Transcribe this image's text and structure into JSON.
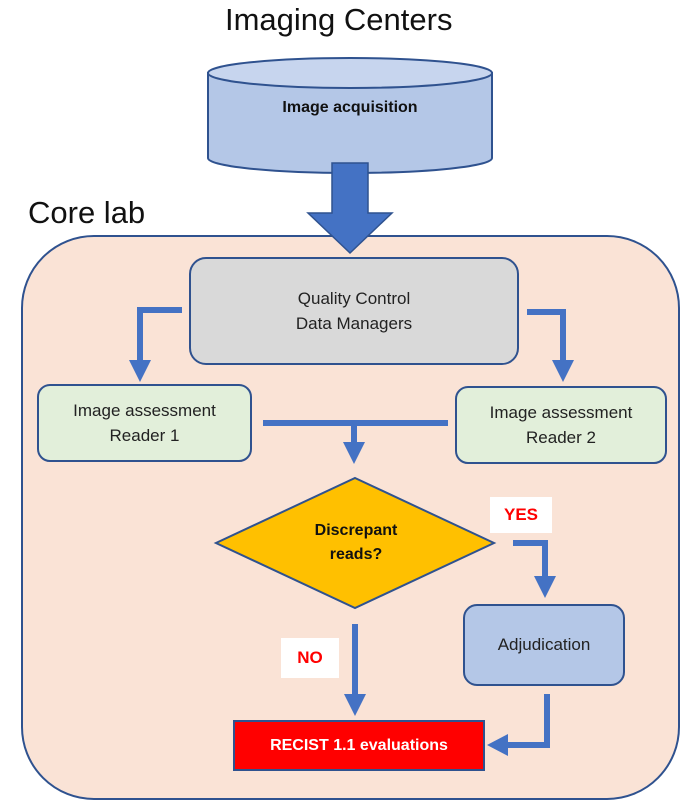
{
  "titles": {
    "imaging_centers": "Imaging Centers",
    "core_lab": "Core lab"
  },
  "nodes": {
    "image_acquisition": "Image acquisition",
    "quality_control": {
      "line1": "Quality Control",
      "line2": "Data Managers"
    },
    "reader1": {
      "line1": "Image assessment",
      "line2": "Reader 1"
    },
    "reader2": {
      "line1": "Image assessment",
      "line2": "Reader 2"
    },
    "decision": {
      "line1": "Discrepant",
      "line2": "reads?"
    },
    "adjudication": "Adjudication",
    "recist": "RECIST 1.1 evaluations"
  },
  "edge_labels": {
    "yes": "YES",
    "no": "NO"
  },
  "colors": {
    "arrow": "#4472c4",
    "core_lab_fill": "#fae3d6",
    "cylinder_fill": "#b4c7e7",
    "qc_fill": "#d9d9d9",
    "reader_fill": "#e2efda",
    "decision_fill": "#ffc000",
    "adjudication_fill": "#b4c7e7",
    "recist_fill": "#ff0000",
    "label_red": "#ff0000"
  }
}
